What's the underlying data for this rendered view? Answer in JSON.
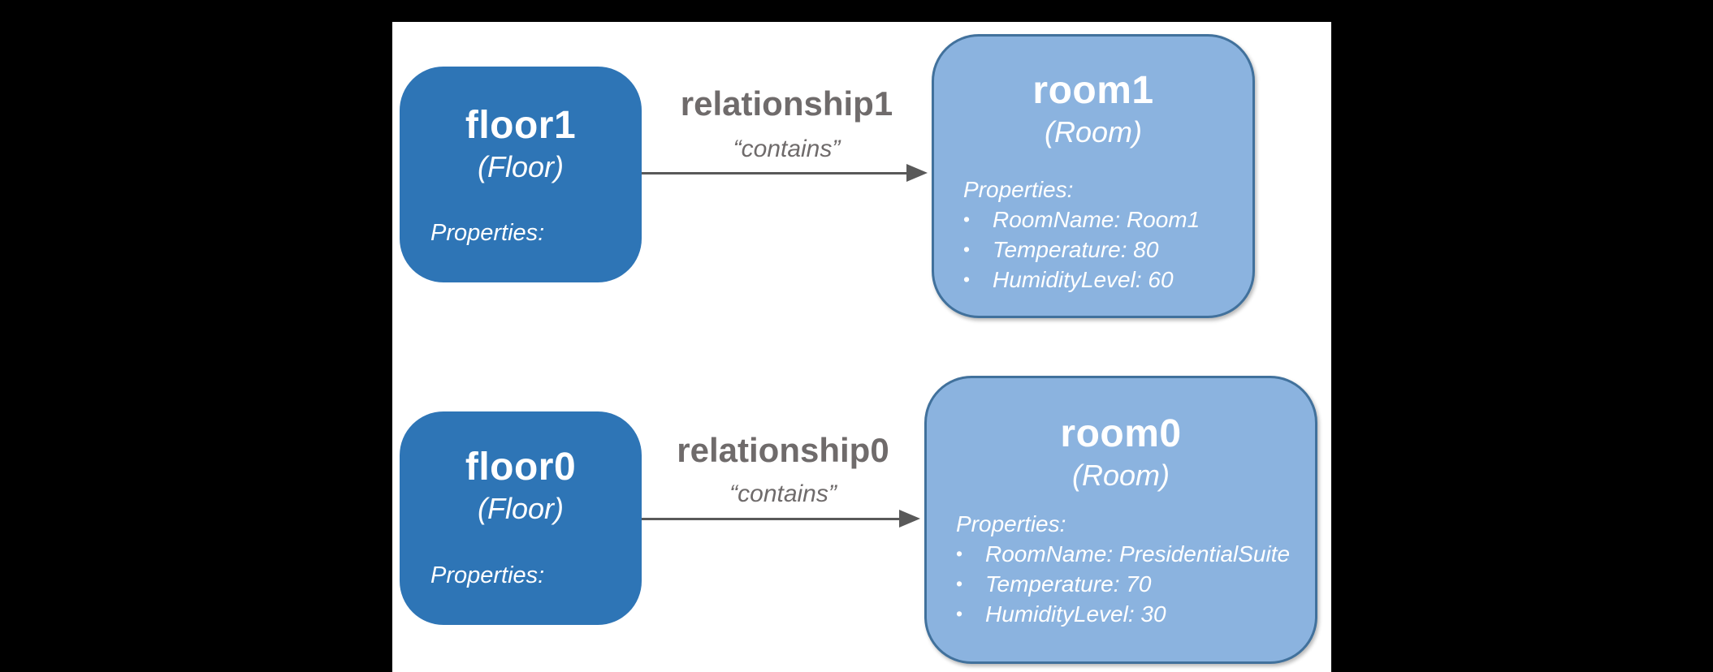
{
  "colors": {
    "background": "#000000",
    "panel": "#ffffff",
    "floor_fill": "#2E75B6",
    "room_fill": "#8BB3DF",
    "room_border": "#41719C",
    "node_text": "#ffffff",
    "relationship_text": "#6F6B6B",
    "arrow": "#595959"
  },
  "bullet": "•",
  "pairs": [
    {
      "floor": {
        "name": "floor1",
        "type": "(Floor)",
        "properties_label": "Properties:"
      },
      "relationship": {
        "name": "relationship1",
        "verb": "“contains”"
      },
      "room": {
        "name": "room1",
        "type": "(Room)",
        "properties_label": "Properties:",
        "properties": [
          "RoomName: Room1",
          "Temperature: 80",
          "HumidityLevel: 60"
        ]
      }
    },
    {
      "floor": {
        "name": "floor0",
        "type": "(Floor)",
        "properties_label": "Properties:"
      },
      "relationship": {
        "name": "relationship0",
        "verb": "“contains”"
      },
      "room": {
        "name": "room0",
        "type": "(Room)",
        "properties_label": "Properties:",
        "properties": [
          "RoomName: PresidentialSuite",
          "Temperature: 70",
          "HumidityLevel: 30"
        ]
      }
    }
  ]
}
